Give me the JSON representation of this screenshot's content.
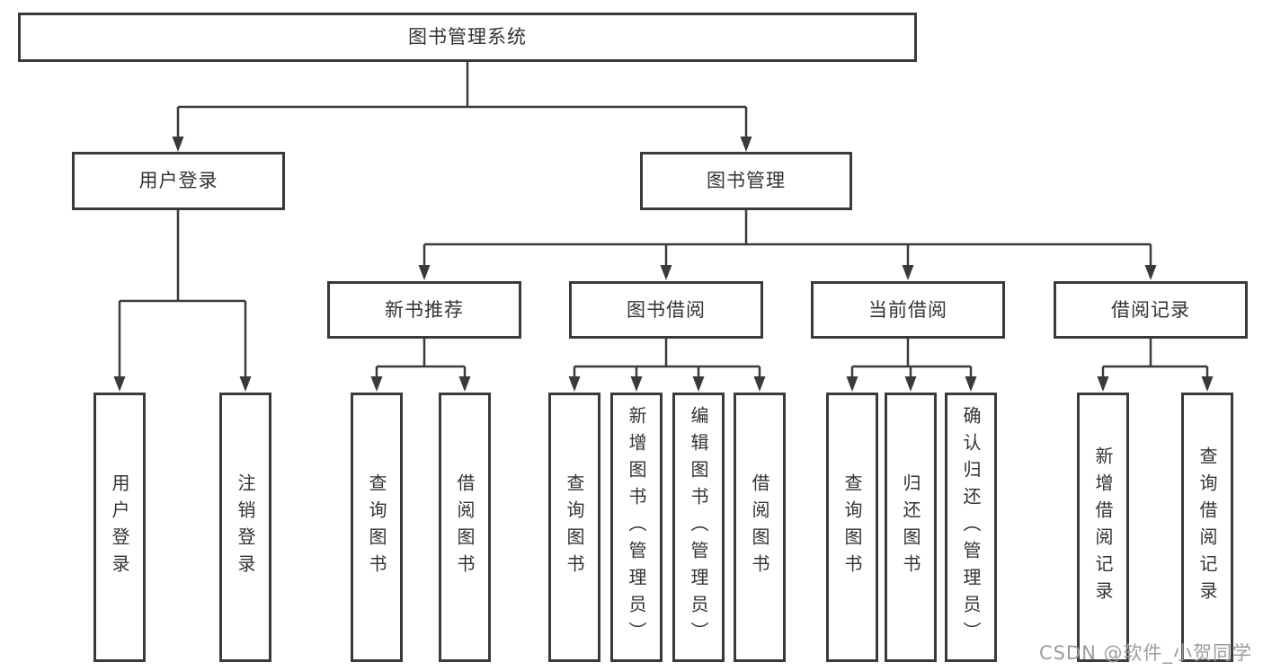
{
  "colors": {
    "line": "#3a3a3a",
    "box_border": "#3a3a3a",
    "box_background": "#ffffff",
    "text": "#333333",
    "watermark": "#9c9c9c"
  },
  "watermark": {
    "text": "CSDN @软件_小贺同学"
  },
  "diagram": {
    "root": {
      "label": "图书管理系统"
    },
    "user_login": {
      "label": "用户登录"
    },
    "book_mgmt": {
      "label": "图书管理"
    },
    "new_book_rec": {
      "label": "新书推荐"
    },
    "book_borrow": {
      "label": "图书借阅"
    },
    "current_borrow": {
      "label": "当前借阅"
    },
    "borrow_record": {
      "label": "借阅记录"
    },
    "leaves": {
      "login": {
        "label": "用户登录"
      },
      "logout": {
        "label": "注销登录"
      },
      "rec_query": {
        "label": "查询图书"
      },
      "rec_borrow": {
        "label": "借阅图书"
      },
      "bb_query": {
        "label": "查询图书"
      },
      "bb_add": {
        "label": "新增图书（管理员）"
      },
      "bb_edit": {
        "label": "编辑图书（管理员）"
      },
      "bb_borrow": {
        "label": "借阅图书"
      },
      "cb_query": {
        "label": "查询图书"
      },
      "cb_return": {
        "label": "归还图书"
      },
      "cb_confirm": {
        "label": "确认归还（管理员）"
      },
      "br_add": {
        "label": "新增借阅记录"
      },
      "br_query": {
        "label": "查询借阅记录"
      }
    }
  }
}
